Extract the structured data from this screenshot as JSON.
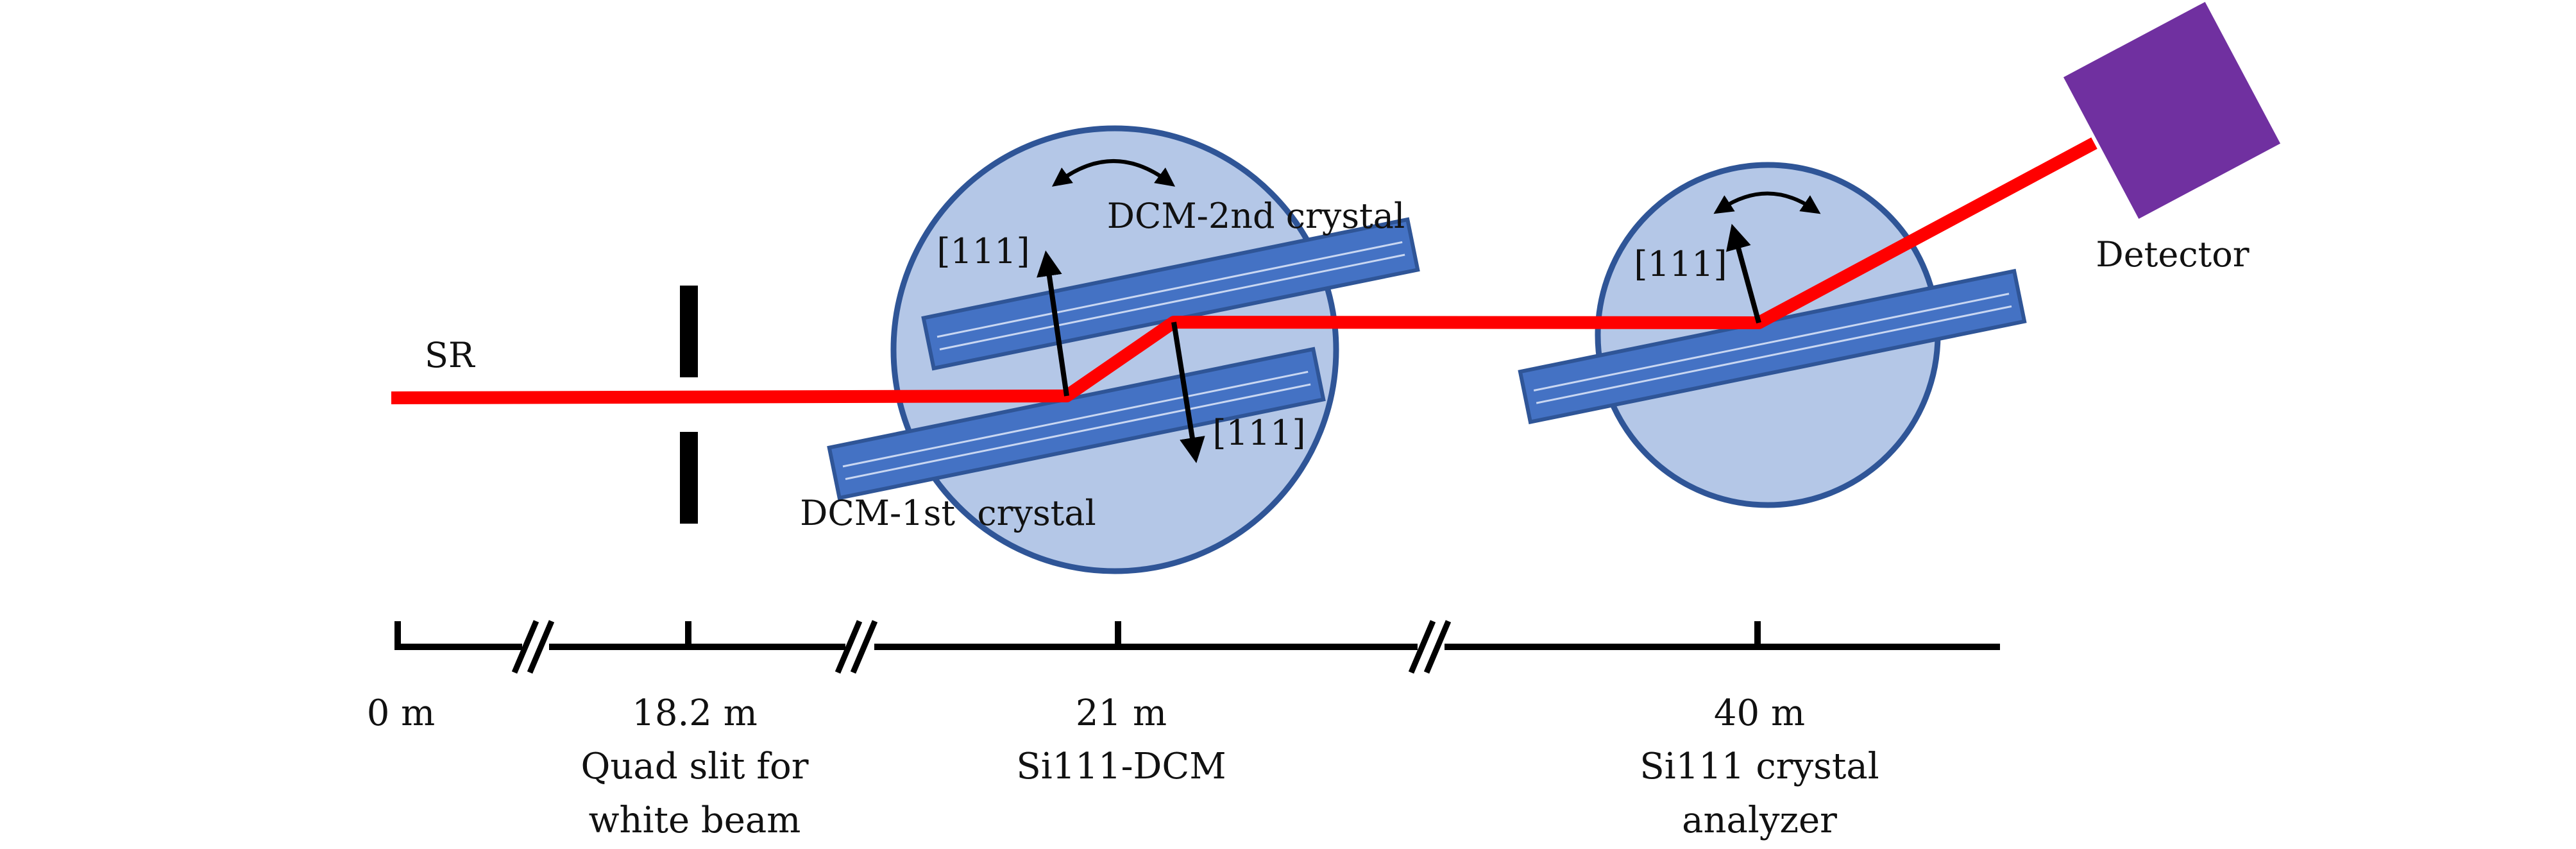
{
  "labels": {
    "source": "SR",
    "detector": "Detector",
    "dcm_first": "DCM-1st  crystal",
    "dcm_second": "DCM-2nd crystal",
    "miller_dcm_second": "[111]",
    "miller_dcm_first": "[111]",
    "miller_analyzer": "[111]"
  },
  "axis": {
    "stations": [
      {
        "distance": "0 m",
        "lines": []
      },
      {
        "distance": "18.2 m",
        "lines": [
          "Quad slit for",
          "white beam"
        ]
      },
      {
        "distance": "21 m",
        "lines": [
          "Si111-DCM"
        ]
      },
      {
        "distance": "40 m",
        "lines": [
          "Si111 crystal",
          "analyzer"
        ]
      }
    ]
  },
  "colors": {
    "beam": "#ff0000",
    "stage_fill": "#b4c7e7",
    "stage_stroke": "#2f5597",
    "crystal_fill": "#4472c4",
    "crystal_stroke": "#2f5597",
    "detector": "#7030a0",
    "ink": "#000000"
  }
}
